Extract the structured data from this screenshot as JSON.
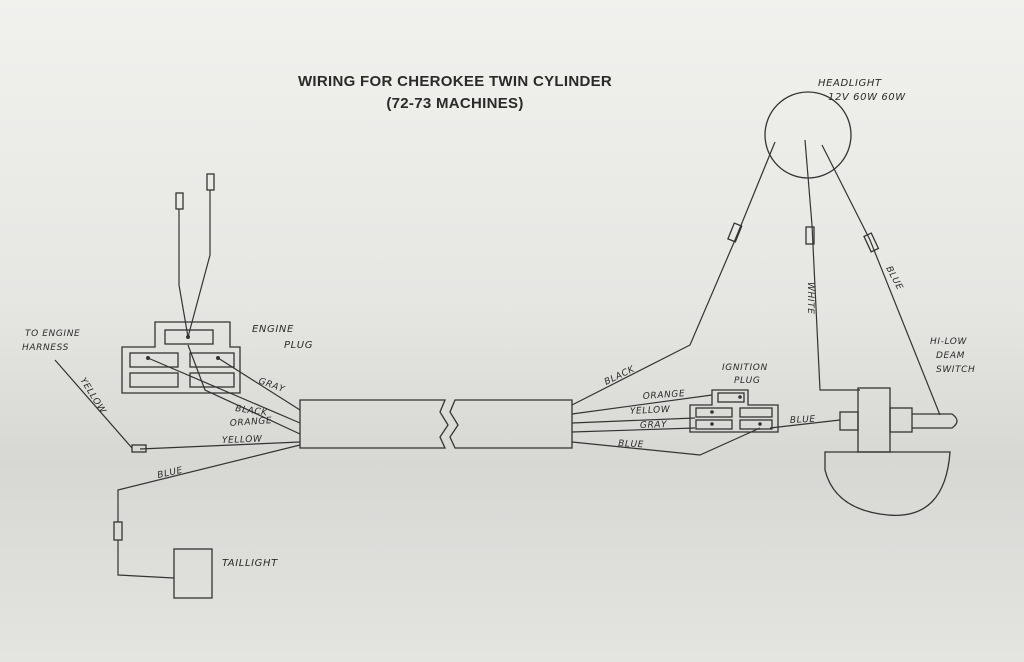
{
  "title": {
    "line1": "WIRING FOR CHEROKEE TWIN CYLINDER",
    "line2": "(72-73 MACHINES)"
  },
  "labels": {
    "headlight_line1": "HEADLIGHT",
    "headlight_line2": "12V 60W 60W",
    "engine_plug_line1": "ENGINE",
    "engine_plug_line2": "PLUG",
    "to_engine_line1": "TO ENGINE",
    "to_engine_line2": "HARNESS",
    "ignition_line1": "IGNITION",
    "ignition_line2": "PLUG",
    "hi_low_line1": "HI-LOW",
    "hi_low_line2": "DEAM",
    "hi_low_line3": "SWITCH",
    "taillight": "TAILLIGHT"
  },
  "wire_colors": {
    "gray_left": "GRAY",
    "black_left": "BLACK",
    "orange_left": "ORANGE",
    "yellow_left": "YELLOW",
    "yellow_harness": "YELLOW",
    "blue_tail": "BLUE",
    "black_right": "BLACK",
    "orange_right": "ORANGE",
    "yellow_right": "YELLOW",
    "gray_right": "GRAY",
    "blue_right": "BLUE",
    "blue_switch": "BLUE",
    "white_headlight": "WHITE",
    "blue_headlight": "BLUE"
  }
}
